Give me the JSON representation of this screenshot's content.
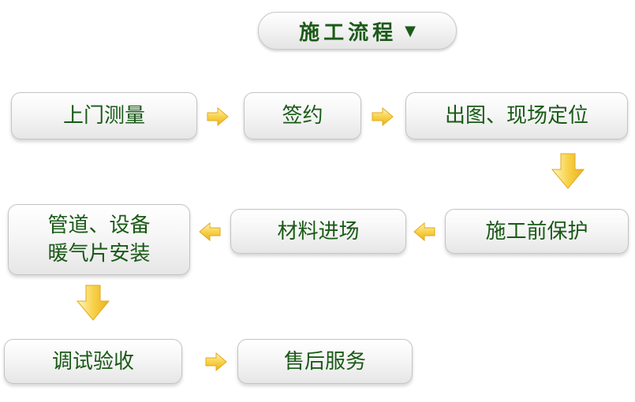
{
  "title": {
    "text": "施工流程",
    "arrow_icon": "triangle-down-icon"
  },
  "steps": [
    {
      "label": "上门测量"
    },
    {
      "label": "签约"
    },
    {
      "label": "出图、现场定位"
    },
    {
      "label": "施工前保护"
    },
    {
      "label": "材料进场"
    },
    {
      "label_lines": [
        "管道、设备",
        "暖气片安装"
      ]
    },
    {
      "label": "调试验收"
    },
    {
      "label": "售后服务"
    }
  ],
  "colors": {
    "text_green": "#1a5a17",
    "arrow_yellow": "#f3c531",
    "arrow_yellow_light": "#fff0a8",
    "arrow_yellow_dark": "#e0a818"
  }
}
